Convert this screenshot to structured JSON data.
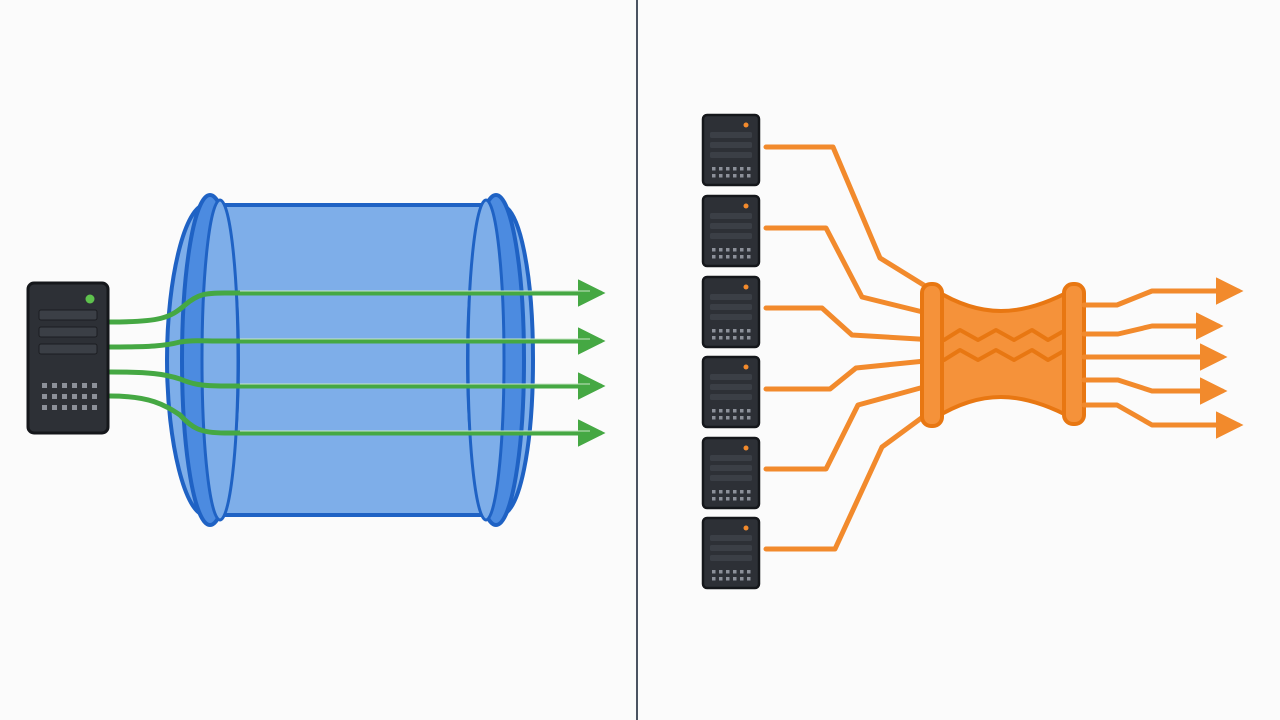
{
  "colors": {
    "background": "#fbfbfb",
    "divider": "#4a5361",
    "pipe_fill": "#7eaee9",
    "pipe_stroke": "#1f62c4",
    "pipe_rim": "#3a7fd9",
    "green_stream": "#45a843",
    "orange_stream": "#f28a2c",
    "orange_node_fill": "#f5923a",
    "orange_node_stroke": "#e87712",
    "server_body": "#2d3036",
    "server_stroke": "#15171b",
    "server_slot": "#3b3f46",
    "server_dot": "#8c9099",
    "led_green": "#5ec24d",
    "led_orange": "#f28a2c"
  },
  "left_panel": {
    "server_icon": "server-icon",
    "pipe_icon": "wide-pipe-icon",
    "stream_count": 4
  },
  "right_panel": {
    "server_icon": "server-icon",
    "server_count": 6,
    "bottleneck_icon": "narrow-bottleneck-icon",
    "output_count": 5
  }
}
